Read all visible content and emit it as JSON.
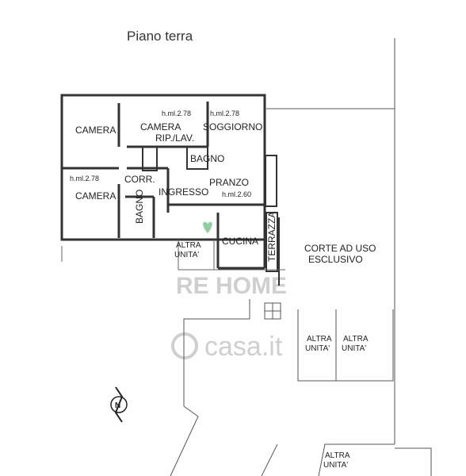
{
  "title": "Piano terra",
  "rooms": {
    "camera_1": "CAMERA",
    "camera_2": "CAMERA",
    "camera_3": "CAMERA",
    "rip_lav": "RIP./LAV.",
    "bagno_1": "BAGNO",
    "bagno_2": "BAGNO",
    "soggiorno": "SOGGIORNO",
    "pranzo": "PRANZO",
    "corr": "CORR.",
    "ingresso": "INGRESSO",
    "cucina": "CUCINA",
    "terrazza": "TERRAZZA"
  },
  "heights": {
    "h1": "h.ml.2.78",
    "h2": "h.ml.2.78",
    "h3": "h.ml.2.78",
    "h4": "h.ml.2.60"
  },
  "areas": {
    "corte_line1": "CORTE AD USO",
    "corte_line2": "ESCLUSIVO",
    "altra_line1": "ALTRA",
    "altra_line2": "UNITA'"
  },
  "watermarks": {
    "rehome": "RE HOME",
    "casa": "casa.it"
  },
  "compass_letter": "N",
  "colors": {
    "walls": "#333333",
    "lines": "#555555",
    "watermark": "#cfcfcf",
    "accent": "#8fcf9f"
  }
}
